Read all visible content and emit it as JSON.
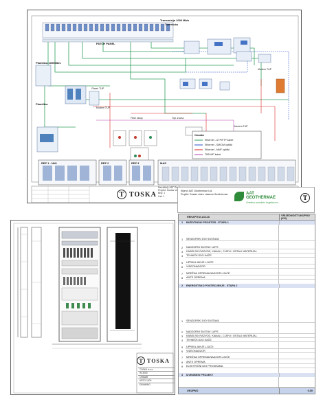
{
  "top_sheet": {
    "top_label": "Tvornicka",
    "switch_label": "Transmisija 1000 Mb/s",
    "patch_panel": "PATCH PANEL",
    "racks": [
      "Plamilica 1000Mb/s",
      "Plamilica"
    ],
    "nodes": [
      "Glavni TUP",
      "Modem TUP",
      "Modem TUP",
      "Fiber sklop",
      "Tipl. zvona",
      "Kamera TUP"
    ],
    "legend_title": "Oznake",
    "legend_items": [
      "Ethernet - UTP/FTP kabel",
      "Ethernet - SM/OM optički",
      "Ethernet - MMF optički",
      "TBD-MP kabel"
    ],
    "panel_labels": [
      "REZ 1 - NN1",
      "REZ 2",
      "REZ 3",
      "MAS"
    ],
    "logo_word": "TOSKA",
    "title_block": [
      "Naručitelj: AAT Geothermae",
      "Projekt: Sustav video nadzora",
      "Broj: 1",
      "List: 1"
    ]
  },
  "aat_box": {
    "rows": [
      "Klijent: AAT Geothermae Ltd.",
      "Projekt: Sustav video i alarma Geothermae"
    ],
    "brand_name": "AAT GEOTHERMAE",
    "slogan": "Gradimo prirodnim bogatstvom",
    "mark": "T"
  },
  "bottom_sheet": {
    "logo_word": "TOSKA",
    "title_block": [
      "TOSKA d.o.o.",
      "IN 3000",
      "ORMAR",
      "ARTO 1000",
      "DRAWING"
    ]
  },
  "cost_table": {
    "headers": {
      "desc": "REKAPITULACIJA",
      "value": "VRIJEDNOST UKUPNO (KN)"
    },
    "sections": [
      {
        "num": "1",
        "title": "BUŠOTINSKI PROSTOR - ETAPA 1",
        "items": [
          {
            "num": "1",
            "text": "SENZORSKI DIO SUSTAVA"
          },
          {
            "num": "2",
            "text": "NADZORNI SUSTAV LUPS"
          },
          {
            "num": "3",
            "text": "KABELSKI RAZVOD, KANALI, CIJEVI I OSTALI MATERIJAL"
          },
          {
            "num": "4",
            "text": "TEHNIČKI DIO KAČE"
          },
          {
            "num": "5",
            "text": "UPRAVLJANJE LJUĆE"
          },
          {
            "num": "6",
            "text": "VIDEONADZOR"
          },
          {
            "num": "7",
            "text": "MREŽNA OPREMA/NADZOR LJUĆE"
          },
          {
            "num": "8",
            "text": "ANTE OPREMA"
          }
        ]
      },
      {
        "num": "2",
        "title": "ENERGETSKO POSTROJENJE - ETAPA 2",
        "items": [
          {
            "num": "1",
            "text": "SENZORSKI DIO SUSTAVA"
          },
          {
            "num": "2",
            "text": "NADZORNI SUSTAV LUPS"
          },
          {
            "num": "3",
            "text": "KABELSKI RAZVOD, KANALI, CIJEVI I OSTALI MATERIJAL"
          },
          {
            "num": "4",
            "text": "TEHNIČKI DIO KAČE"
          },
          {
            "num": "5",
            "text": "UPRAVLJANJE LJUĆE"
          },
          {
            "num": "6",
            "text": "VIDEONADZOR"
          },
          {
            "num": "7",
            "text": "MREŽNA OPREMA/NADZOR LJUĆE"
          },
          {
            "num": "8",
            "text": "ANTE OPREMA"
          },
          {
            "num": "9",
            "text": "ELEKTRIČNI DIO PROGRAMA"
          }
        ]
      },
      {
        "num": "3",
        "title": "IZVEDBENI PROJEKT",
        "items": []
      }
    ],
    "total_label": "UKUPNO",
    "total_value": "0,00"
  }
}
